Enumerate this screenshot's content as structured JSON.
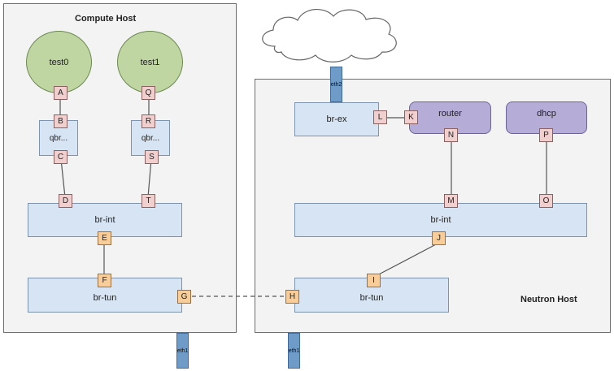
{
  "compute_host": {
    "label": "Compute Host",
    "vms": [
      {
        "name": "test0",
        "port": "A"
      },
      {
        "name": "test1",
        "port": "Q"
      }
    ],
    "qbrs": [
      {
        "label": "qbr...",
        "top_port": "B",
        "bottom_port": "C"
      },
      {
        "label": "qbr...",
        "top_port": "R",
        "bottom_port": "S"
      }
    ],
    "br_int": {
      "label": "br-int",
      "ports": [
        "D",
        "T",
        "E"
      ]
    },
    "br_tun": {
      "label": "br-tun",
      "ports": [
        "F",
        "G"
      ]
    },
    "nic": "eth1"
  },
  "neutron_host": {
    "label": "Neutron Host",
    "br_ex": {
      "label": "br-ex",
      "port": "L"
    },
    "router": {
      "label": "router",
      "ports": [
        "K",
        "N"
      ]
    },
    "dhcp": {
      "label": "dhcp",
      "port": "P"
    },
    "br_int": {
      "label": "br-int",
      "ports": [
        "M",
        "O",
        "J"
      ]
    },
    "br_tun": {
      "label": "br-tun",
      "ports": [
        "I",
        "H"
      ]
    },
    "external_nic": "eth2",
    "nic": "eth1"
  },
  "colors": {
    "bridge": "#d6e4f3",
    "vm": "#bfd6a3",
    "service": "#b5acd8",
    "port": "#f2cfcf",
    "tunnel_port": "#f8cd9a",
    "nic": "#6f9bc8"
  }
}
